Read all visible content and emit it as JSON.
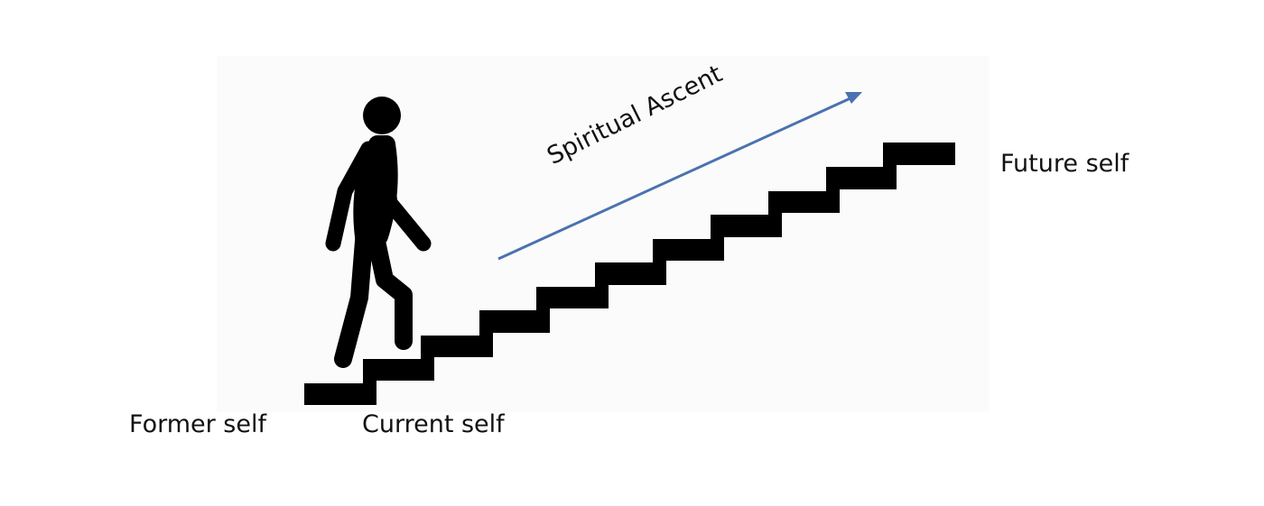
{
  "labels": {
    "former_self": "Former self",
    "current_self": "Current self",
    "future_self": "Future self",
    "ascent": "Spiritual Ascent"
  },
  "colors": {
    "background": "#ffffff",
    "panel": "#fbfbfb",
    "stairs": "#000000",
    "figure": "#000000",
    "arrow": "#4a72b0",
    "text": "#111111"
  },
  "icons": {
    "figure": "walking-person-icon",
    "stairs": "staircase-icon",
    "arrow": "arrow-up-right-icon"
  }
}
